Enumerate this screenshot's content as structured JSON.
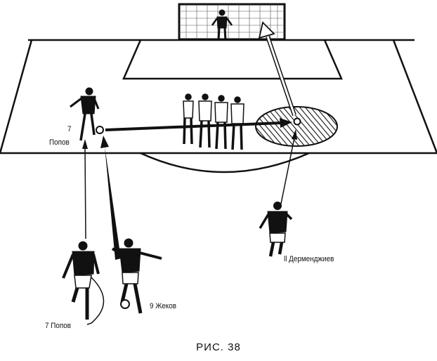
{
  "labels": {
    "popov_field_number": "7",
    "popov_field_name": "Попов",
    "popov_bottom": "7 Попов",
    "zhekov": "9 Жеков",
    "dermendzhiev": "ll Дерменджиев"
  },
  "caption": "РИС. 38",
  "colors": {
    "ink": "#111111",
    "background": "#ffffff"
  }
}
